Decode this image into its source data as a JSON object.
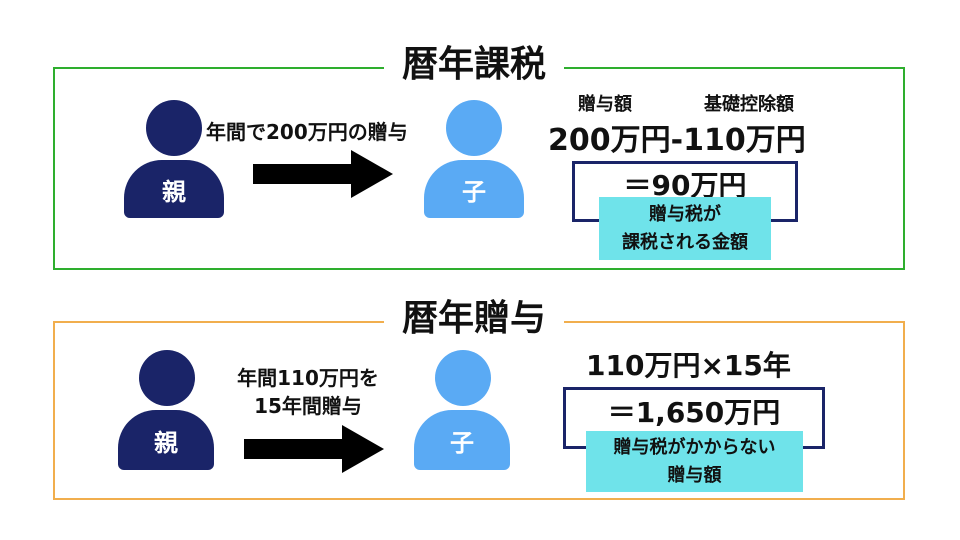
{
  "sections": {
    "taxed": {
      "title": "暦年課税",
      "parent_label": "親",
      "child_label": "子",
      "transfer_label": "年間で200万円の贈与",
      "header_gift": "贈与額",
      "header_deduction": "基礎控除額",
      "formula": "200万円-110万円",
      "result": "＝90万円",
      "note_line1": "贈与税が",
      "note_line2": "課税される金額"
    },
    "gift": {
      "title": "暦年贈与",
      "parent_label": "親",
      "child_label": "子",
      "transfer_line1": "年間110万円を",
      "transfer_line2": "15年間贈与",
      "formula": "110万円×15年",
      "result": "＝1,650万円",
      "note_line1": "贈与税がかからない",
      "note_line2": "贈与額"
    }
  },
  "colors": {
    "frame_top": "#2eae2e",
    "frame_bottom": "#f1ae4d",
    "parent": "#1a2468",
    "child": "#5aaaf4",
    "highlight": "#6fe3ea",
    "bracket": "#1a2468"
  }
}
